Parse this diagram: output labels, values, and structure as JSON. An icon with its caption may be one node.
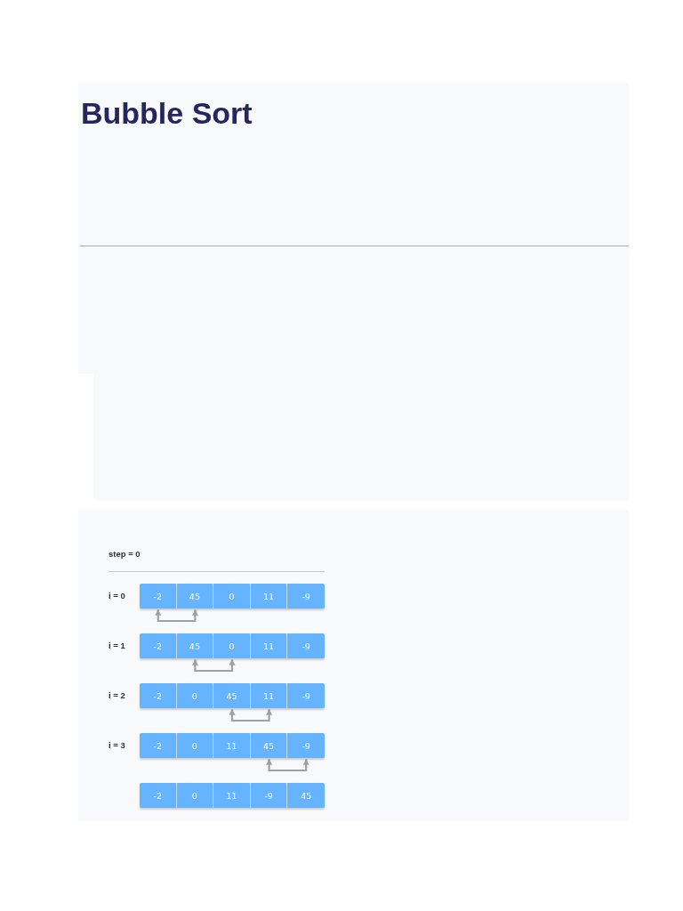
{
  "diagram": {
    "title": "Bubble Sort",
    "nodes": [
      {
        "text": [
          "-2"
        ]
      },
      {
        "text": [
          "45"
        ]
      },
      {
        "text": [
          "0"
        ]
      },
      {
        "text": [
          "11"
        ]
      },
      {
        "text": [
          "-9"
        ]
      },
      {
        "text": [
          "-2"
        ]
      },
      {
        "text": [
          "45"
        ]
      },
      {
        "text": [
          "0"
        ]
      },
      {
        "text": [
          "11"
        ]
      },
      {
        "text": [
          "-9"
        ]
      },
      {
        "text": [
          "-2"
        ]
      },
      {
        "text": [
          "0"
        ]
      },
      {
        "text": [
          "45"
        ]
      },
      {
        "text": [
          "11"
        ]
      },
      {
        "text": [
          "-9"
        ]
      },
      {
        "text": [
          "-2"
        ]
      },
      {
        "text": [
          "0"
        ]
      },
      {
        "text": [
          "11"
        ]
      },
      {
        "text": [
          "45"
        ]
      },
      {
        "text": [
          "-9"
        ]
      },
      {
        "text": [
          "-2"
        ]
      },
      {
        "text": [
          "0"
        ]
      },
      {
        "text": [
          "11"
        ]
      },
      {
        "text": [
          "-9"
        ]
      },
      {
        "text": [
          "45"
        ]
      }
    ],
    "edges": [
      {
        "from": 0,
        "to": 1,
        "arrow": "both"
      },
      {
        "from": 6,
        "to": 7,
        "arrow": "both"
      },
      {
        "from": 12,
        "to": 13,
        "arrow": "both"
      },
      {
        "from": 18,
        "to": 19,
        "arrow": "both"
      }
    ],
    "labels": [
      "step = 0",
      "i = 0",
      "i = 1",
      "i = 2",
      "i = 3"
    ]
  }
}
